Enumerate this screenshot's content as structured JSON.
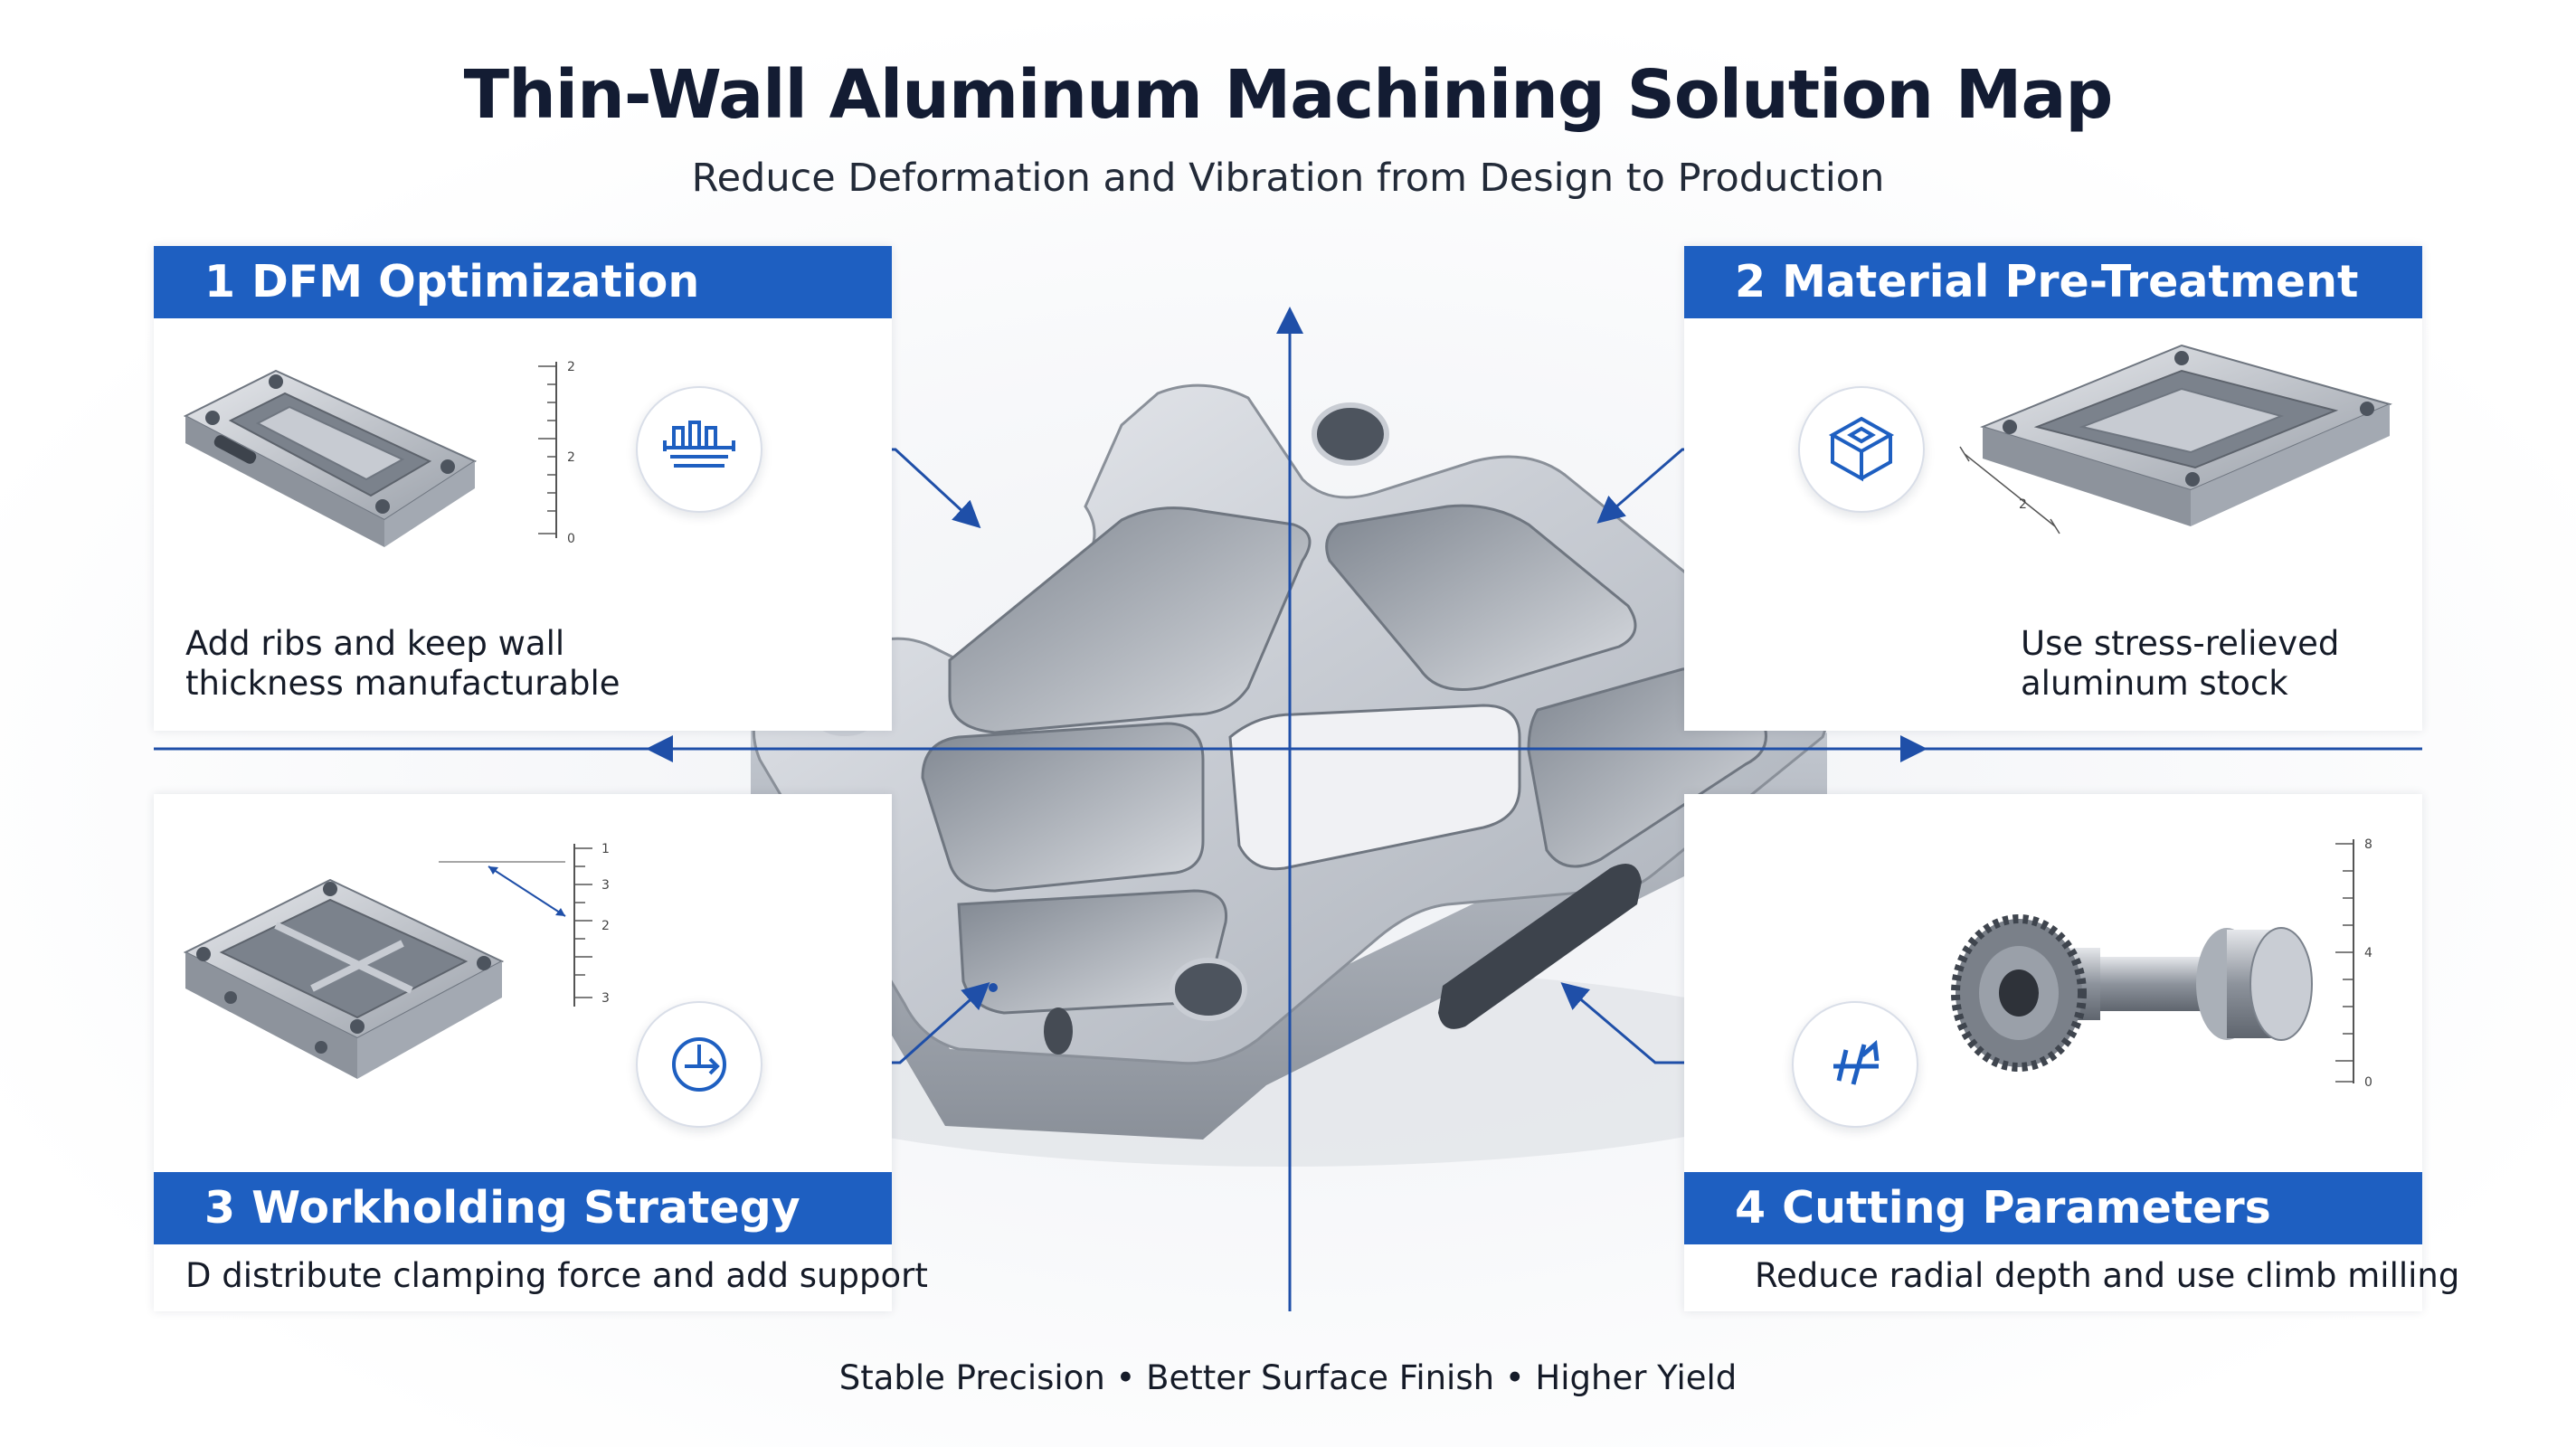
{
  "title": "Thin-Wall Aluminum Machining Solution Map",
  "subtitle": "Reduce Deformation and Vibration from Design to Production",
  "panels": [
    {
      "number": "1",
      "heading": "DFM Optimization",
      "description": "Add ribs and keep wall thickness manufacturable",
      "icon": "blueprint-icon",
      "scale_labels": [
        "2",
        "2",
        "0"
      ]
    },
    {
      "number": "2",
      "heading": "Material Pre-Treatment",
      "description": "Use stress-relieved aluminum stock",
      "icon": "stock-block-icon",
      "dimension_label": "2"
    },
    {
      "number": "3",
      "heading": "Workholding Strategy",
      "description": "D distribute clamping force and add support",
      "icon": "clamp-gauge-icon",
      "scale_labels": [
        "1",
        "3",
        "2",
        "3"
      ]
    },
    {
      "number": "4",
      "heading": "Cutting Parameters",
      "description": "Reduce radial depth and use climb milling",
      "icon": "feed-direction-icon",
      "scale_labels": [
        "8",
        "4",
        "0"
      ]
    }
  ],
  "footer": "Stable Precision • Better Surface Finish • Higher Yield",
  "colors": {
    "accent": "#1e5fc1",
    "title": "#131c33",
    "axis": "#1f4fa8",
    "metal": "#b9bec6"
  }
}
